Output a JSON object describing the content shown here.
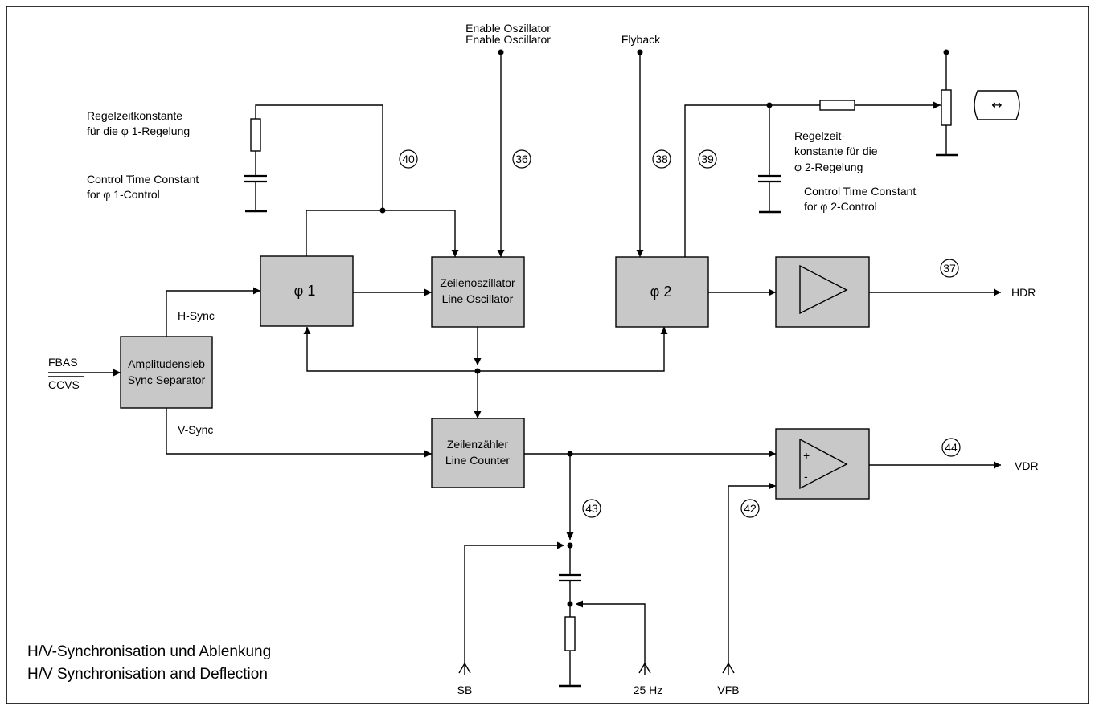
{
  "title": {
    "line_de": "H/V-Synchronisation und Ablenkung",
    "line_en": "H/V Synchronisation and Deflection"
  },
  "inputs": {
    "fbas": "FBAS",
    "ccvs": "CCVS",
    "enable_de": "Enable Oszillator",
    "enable_en": "Enable Oscillator",
    "flyback": "Flyback",
    "sb": "SB",
    "hz25": "25 Hz",
    "vfb": "VFB"
  },
  "outputs": {
    "hdr": "HDR",
    "vdr": "VDR"
  },
  "signals": {
    "hsync": "H-Sync",
    "vsync": "V-Sync"
  },
  "blocks": {
    "sync_separator": [
      "Amplitudensieb",
      "Sync Separator"
    ],
    "phi1": "φ 1",
    "line_oscillator": [
      "Zeilenoszillator",
      "Line Oscillator"
    ],
    "phi2": "φ 2",
    "line_counter": [
      "Zeilenzähler",
      "Line Counter"
    ],
    "comp_plus": "+",
    "comp_minus": "-"
  },
  "notes": {
    "phi1_de_1": "Regelzeitkonstante",
    "phi1_de_2": "für die φ 1-Regelung",
    "phi1_en_1": "Control Time Constant",
    "phi1_en_2": "for φ 1-Control",
    "phi2_de_1": "Regelzeit-",
    "phi2_de_2": "konstante für die",
    "phi2_de_3": "φ 2-Regelung",
    "phi2_en_1": "Control Time Constant",
    "phi2_en_2": "for φ 2-Control"
  },
  "pins": {
    "p36": "36",
    "p37": "37",
    "p38": "38",
    "p39": "39",
    "p40": "40",
    "p42": "42",
    "p43": "43",
    "p44": "44"
  },
  "symbols": {
    "adjust_arrow": "↔"
  }
}
